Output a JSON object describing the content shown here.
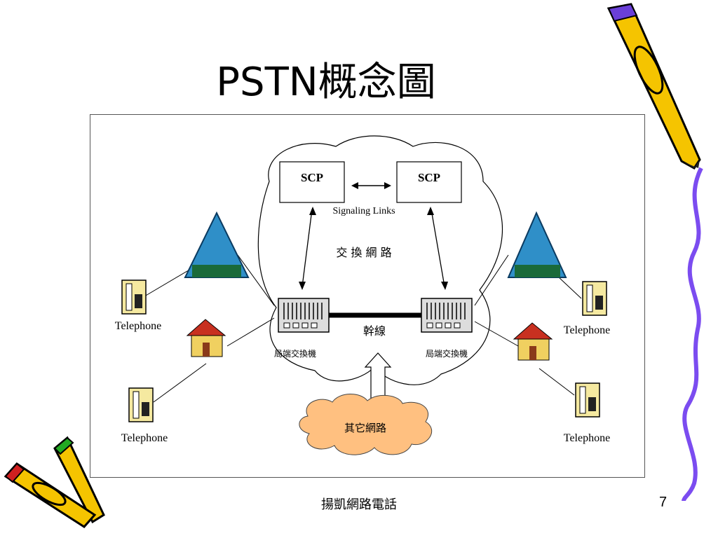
{
  "slide": {
    "title": "PSTN概念圖",
    "footer": "揚凱網路電話",
    "page_number": "7"
  },
  "diagram": {
    "scp_left": "SCP",
    "scp_right": "SCP",
    "signaling_links": "Signaling Links",
    "switching_network": "交 換 網 路",
    "trunk": "幹線",
    "local_switch_left": "局端交換機",
    "local_switch_right": "局端交換機",
    "other_network": "其它網路",
    "telephone_top_left": "Telephone",
    "telephone_bottom_left": "Telephone",
    "telephone_top_right": "Telephone",
    "telephone_bottom_right": "Telephone"
  },
  "colors": {
    "pencil_yellow": "#f5c400",
    "pencil_purple": "#6a3fd8",
    "squiggle": "#7b4cf0",
    "cloud_orange": "#ffc080",
    "building_blue": "#2f8fc8"
  },
  "icons": [
    "pencil-icon",
    "building-icon",
    "house-icon",
    "telephone-icon",
    "switch-icon"
  ]
}
